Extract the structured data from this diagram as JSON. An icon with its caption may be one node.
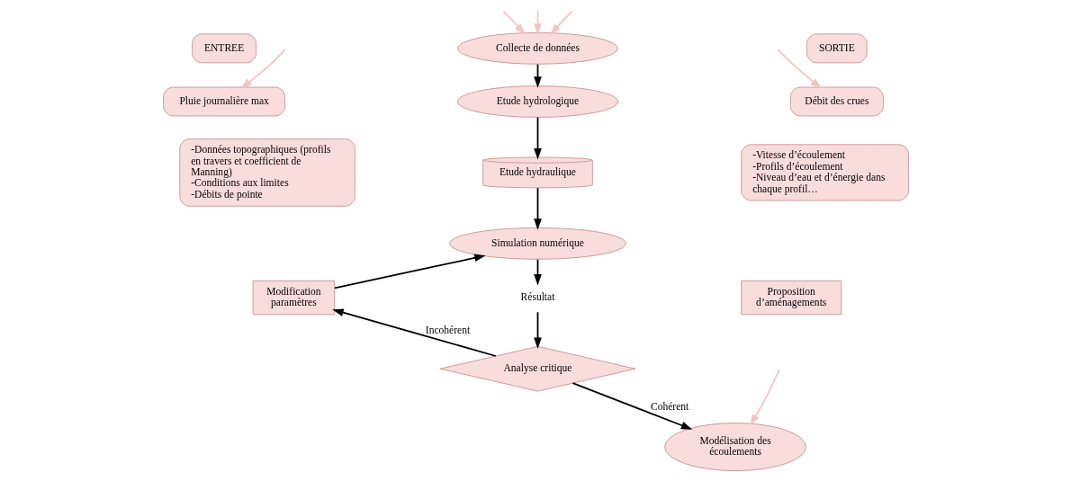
{
  "diagram": {
    "nodes": [
      {
        "text": [
          "ENTREE"
        ]
      },
      {
        "text": [
          "Pluie journalière max"
        ]
      },
      {
        "text": [
          "-Données topographiques (profils en travers et coefficient de Manning)",
          "-Conditions aux limites",
          "-Débits de pointe"
        ]
      },
      {
        "text": [
          "Collecte de données"
        ]
      },
      {
        "text": [
          "Etude hydrologique"
        ]
      },
      {
        "text": [
          "Etude hydraulique"
        ]
      },
      {
        "text": [
          "Simulation numérique"
        ]
      },
      {
        "text": [
          "Résultat"
        ]
      },
      {
        "text": [
          "Analyse critique"
        ]
      },
      {
        "text": [
          "Modification paramètres"
        ]
      },
      {
        "text": [
          "SORTIE"
        ]
      },
      {
        "text": [
          "Débit des crues"
        ]
      },
      {
        "text": [
          "-Vitesse d’écoulement",
          "-Profils d’écoulement",
          "-Niveau d’eau et d’énergie dans chaque profil…"
        ]
      },
      {
        "text": [
          "Proposition d’aménagements"
        ]
      },
      {
        "text": [
          "Modélisation des écoulements"
        ]
      }
    ],
    "edges": [
      {
        "from": null,
        "to": 3,
        "arrow": "to",
        "color": "#f2c4c4"
      },
      {
        "from": null,
        "to": 3,
        "arrow": "to",
        "color": "#f2c4c4"
      },
      {
        "from": null,
        "to": 3,
        "arrow": "to",
        "color": "#f2c4c4"
      },
      {
        "from": null,
        "to": 1,
        "arrow": "to",
        "color": "#f2c4c4"
      },
      {
        "from": null,
        "to": 11,
        "arrow": "to",
        "color": "#f2c4c4"
      },
      {
        "from": null,
        "to": 14,
        "arrow": "to",
        "color": "#f2c4c4"
      },
      {
        "from": 3,
        "to": 4,
        "arrow": "to"
      },
      {
        "from": 4,
        "to": 5,
        "arrow": "to"
      },
      {
        "from": 5,
        "to": 6,
        "arrow": "to"
      },
      {
        "from": 6,
        "to": 7,
        "arrow": "to"
      },
      {
        "from": 7,
        "to": 8,
        "arrow": "to"
      },
      {
        "from": 8,
        "to": 9,
        "arrow": "to",
        "label": "Incohérent"
      },
      {
        "from": 9,
        "to": 6,
        "arrow": "to"
      },
      {
        "from": 8,
        "to": 14,
        "arrow": "to",
        "label": "Cohérent"
      }
    ]
  }
}
